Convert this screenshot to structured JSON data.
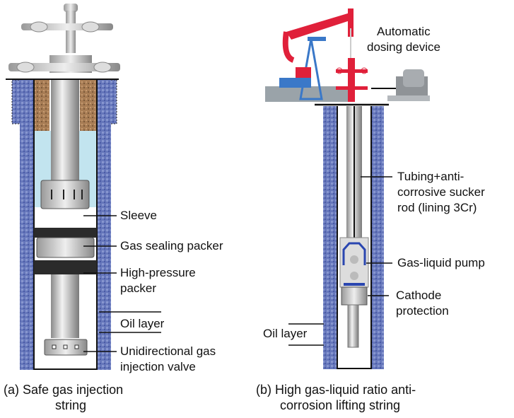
{
  "panel_a": {
    "caption_line1": "(a) Safe gas injection",
    "caption_line2": "string",
    "labels": {
      "sleeve": "Sleeve",
      "gas_sealing_packer": "Gas sealing packer",
      "high_pressure_packer_1": "High-pressure",
      "high_pressure_packer_2": "packer",
      "oil_layer": "Oil layer",
      "valve_1": "Unidirectional gas",
      "valve_2": "injection valve"
    }
  },
  "panel_b": {
    "caption_line1": "(b) High gas-liquid ratio anti-",
    "caption_line2": "corrosion lifting string",
    "labels": {
      "dosing_1": "Automatic",
      "dosing_2": "dosing device",
      "tubing_1": "Tubing+anti-",
      "tubing_2": "corrosive sucker",
      "tubing_3": "rod (lining 3Cr)",
      "pump": "Gas-liquid pump",
      "cathode_1": "Cathode",
      "cathode_2": "protection",
      "oil_layer": "Oil layer"
    }
  },
  "colors": {
    "formation": "#5b6fb8",
    "cement": "#a47a52",
    "fluid": "#bfe3ee",
    "pump_jack": "#e0203a",
    "derrick": "#3a78c8",
    "steel": "#b8b8b8"
  }
}
